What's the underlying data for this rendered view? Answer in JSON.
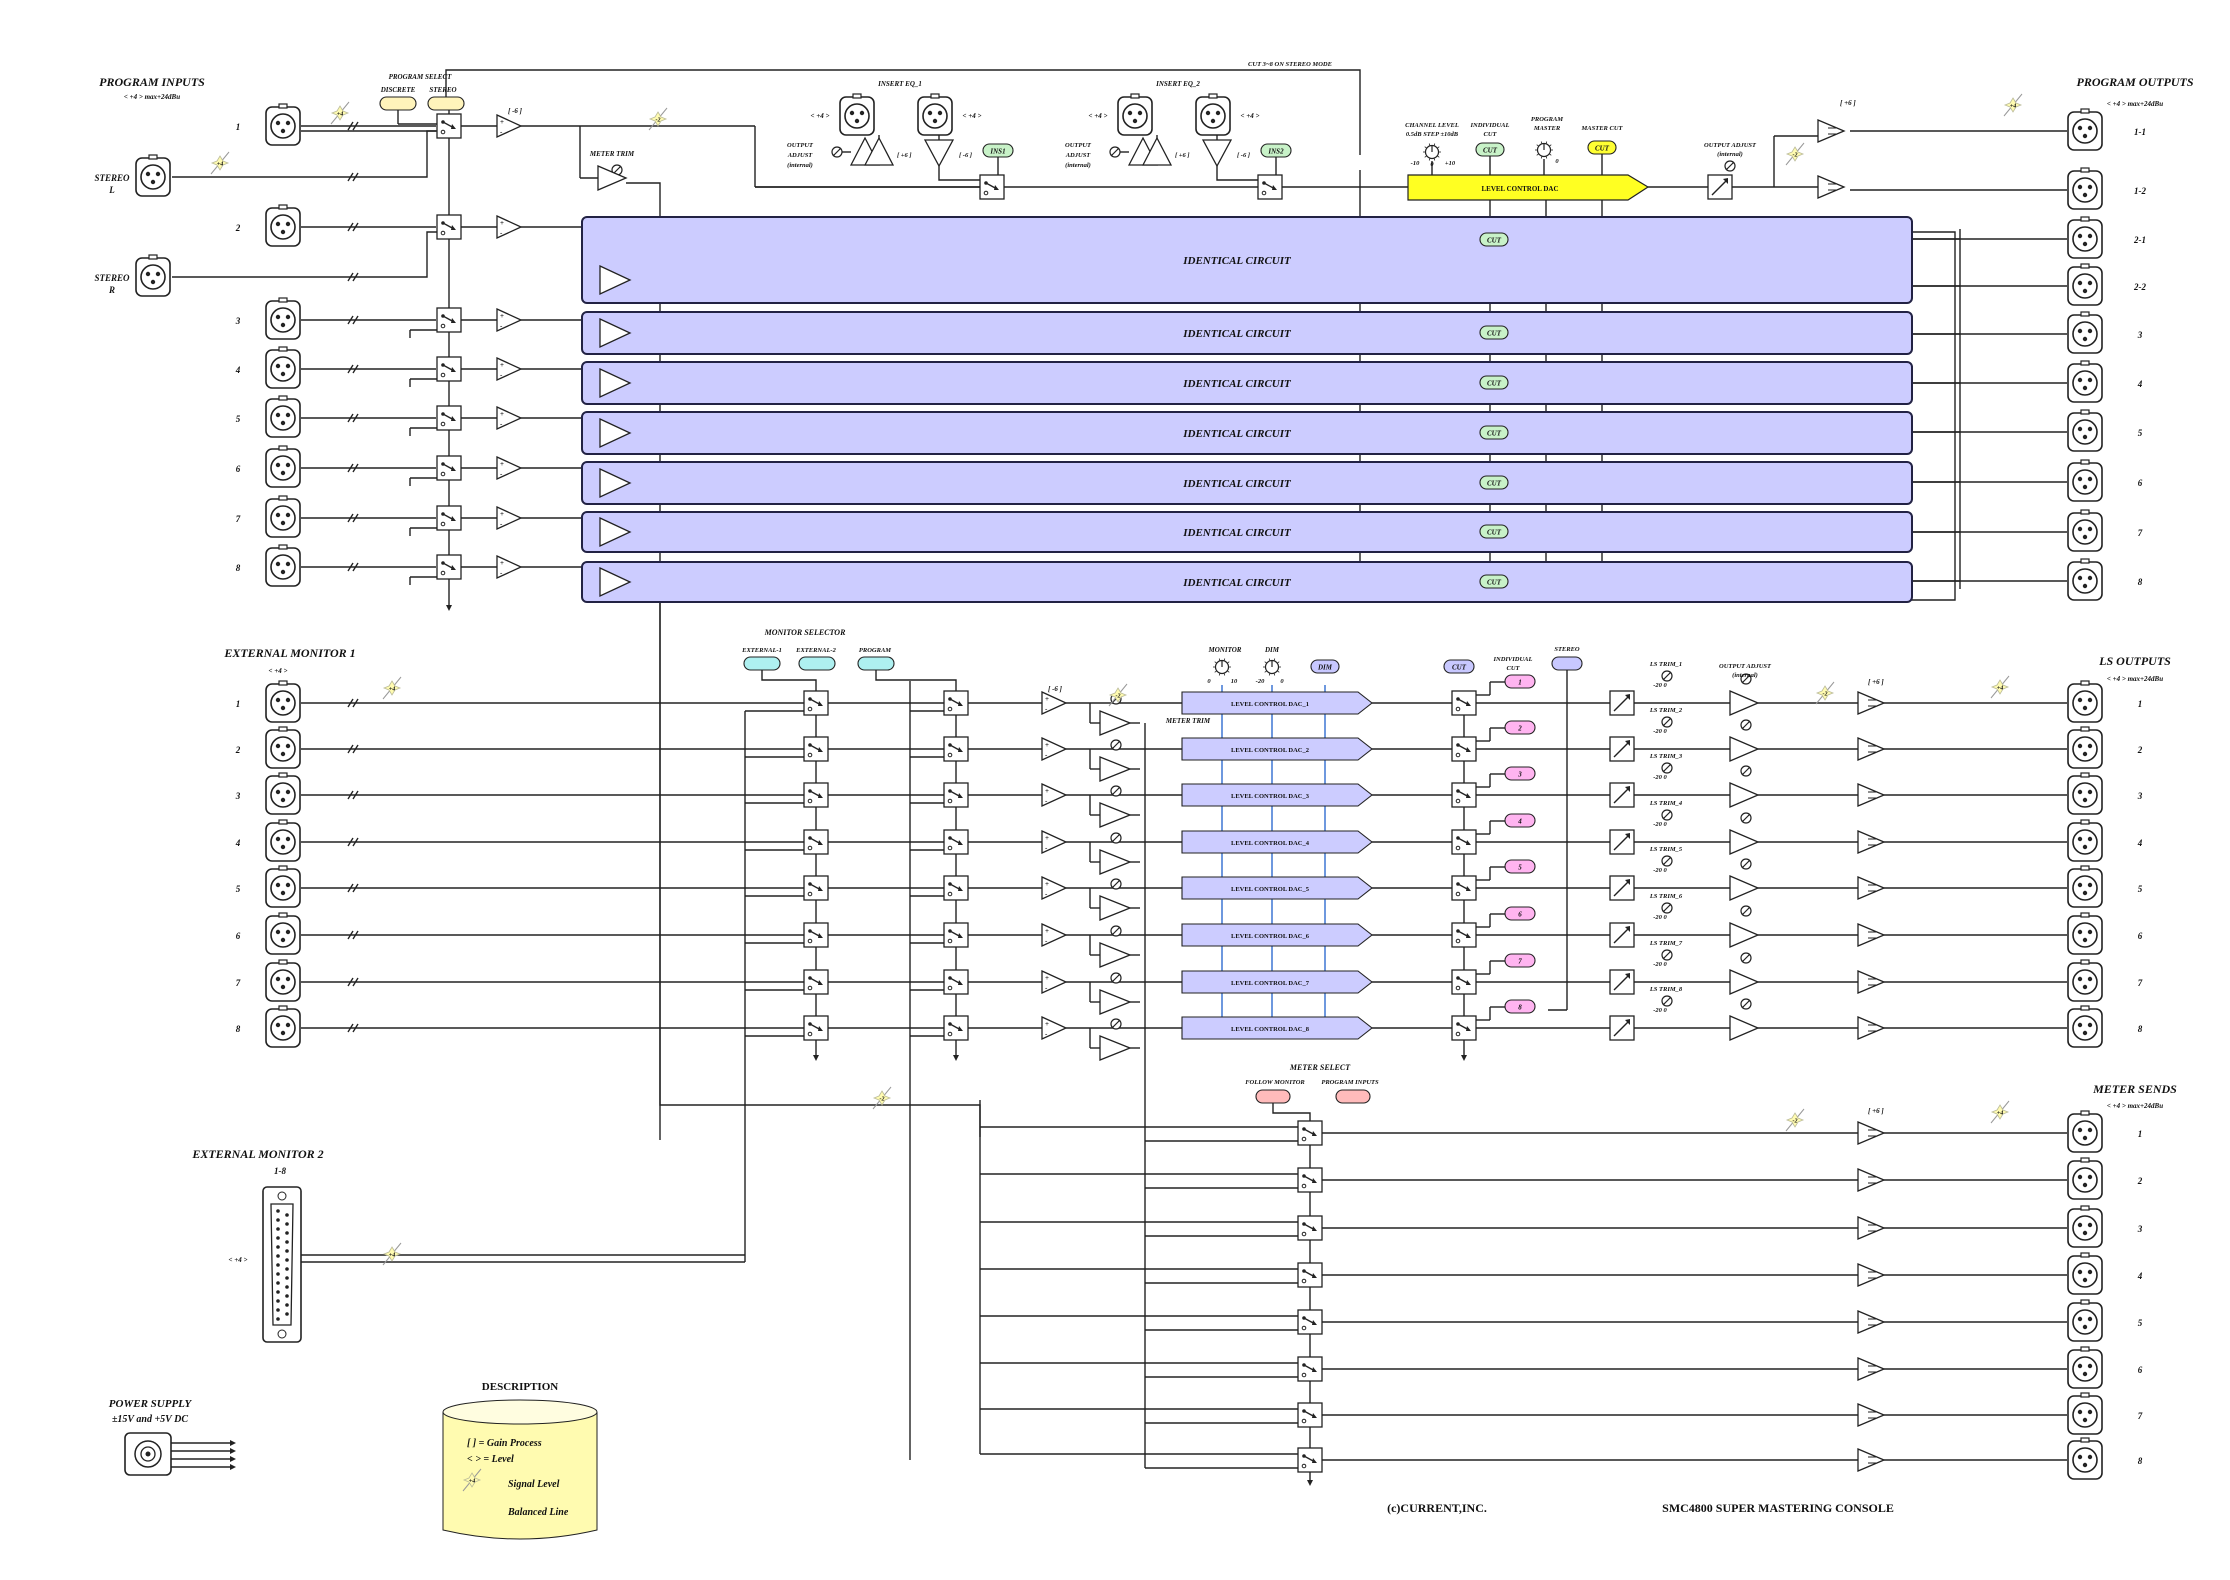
{
  "colors": {
    "identical": "#ccccff",
    "identical_stroke": "#222244",
    "dac_master": "#ffff22",
    "dac_monitor": "#ccccff",
    "cut": "#c8f2c8",
    "cut_mon": "#c8c8ff",
    "ls_num": "#ffb4f0",
    "meter_btn": "#ffbbbb",
    "ext_btn": "#aef0f0",
    "sel_btn": "#fff4bb",
    "level_badge": "#fffbb0"
  },
  "program_inputs": {
    "title": "PROGRAM INPUTS",
    "level": "< +4 > max+24dBu",
    "channels": [
      "1",
      "2",
      "3",
      "4",
      "5",
      "6",
      "7",
      "8"
    ],
    "stereo_l": [
      "STEREO",
      "L"
    ],
    "stereo_r": [
      "STEREO",
      "R"
    ]
  },
  "program_select": {
    "title": "PROGRAM SELECT",
    "discrete": "DISCRETE",
    "stereo": "STEREO"
  },
  "cut_note": "CUT 3~8 ON STEREO MODE",
  "meter_trim": "METER TRIM",
  "insert_eq": [
    "INSERT EQ_1",
    "INSERT EQ_2"
  ],
  "output_adjust_internal": [
    "OUTPUT",
    "ADJUST",
    "(internal)"
  ],
  "ins_buttons": [
    "INS1",
    "INS2"
  ],
  "channel_level": [
    "CHANNEL LEVEL",
    "0.5dB STEP  ±10dB"
  ],
  "knob_range": {
    "min": "-10",
    "max": "+10",
    "zero": "0",
    "pm_zero": "0"
  },
  "individual_cut": [
    "INDIVIDUAL",
    "CUT"
  ],
  "program_master": [
    "PROGRAM",
    "MASTER"
  ],
  "master_cut": "MASTER CUT",
  "cut": "CUT",
  "level_control_dac": "LEVEL CONTROL DAC",
  "output_adjust": [
    "OUTPUT ADJUST",
    "(internal)"
  ],
  "identical_circuit": "IDENTICAL CIRCUIT",
  "program_outputs": {
    "title": "PROGRAM OUTPUTS",
    "level": "< +4 > max+24dBu",
    "channels": [
      "1-1",
      "1-2",
      "2-1",
      "2-2",
      "3",
      "4",
      "5",
      "6",
      "7",
      "8"
    ]
  },
  "gain": {
    "minus6": "[ -6 ]",
    "plus6": "[ +6 ]"
  },
  "levels": {
    "plus4": "+4",
    "minus2": "-2",
    "bracket4": "< +4 >"
  },
  "ext_monitor1": {
    "title": "EXTERNAL MONITOR 1",
    "level": "< +4 >",
    "channels": [
      "1",
      "2",
      "3",
      "4",
      "5",
      "6",
      "7",
      "8"
    ]
  },
  "monitor_selector": {
    "title": "MONITOR SELECTOR",
    "buttons": [
      "EXTERNAL-1",
      "EXTERNAL-2",
      "PROGRAM"
    ]
  },
  "monitor_knob": {
    "label": "MONITOR",
    "min": "0",
    "max": "10"
  },
  "dim_knob": {
    "label": "DIM",
    "min": "-20",
    "max": "0"
  },
  "dim_button": "DIM",
  "stereo_btn": "STEREO",
  "ls_dacs": [
    "LEVEL CONTROL DAC_1",
    "LEVEL CONTROL DAC_2",
    "LEVEL CONTROL DAC_3",
    "LEVEL CONTROL DAC_4",
    "LEVEL CONTROL DAC_5",
    "LEVEL CONTROL DAC_6",
    "LEVEL CONTROL DAC_7",
    "LEVEL CONTROL DAC_8"
  ],
  "ls_cut_numbers": [
    "1",
    "2",
    "3",
    "4",
    "5",
    "6",
    "7",
    "8"
  ],
  "ls_trims": [
    "LS TRIM_1",
    "LS TRIM_2",
    "LS TRIM_3",
    "LS TRIM_4",
    "LS TRIM_5",
    "LS TRIM_6",
    "LS TRIM_7",
    "LS TRIM_8"
  ],
  "ls_trim_range": "-20  0",
  "ls_outputs": {
    "title": "LS OUTPUTS",
    "level": "< +4 > max+24dBu",
    "channels": [
      "1",
      "2",
      "3",
      "4",
      "5",
      "6",
      "7",
      "8"
    ]
  },
  "meter_select": {
    "title": "METER SELECT",
    "buttons": [
      "FOLLOW MONITOR",
      "PROGRAM INPUTS"
    ]
  },
  "meter_sends": {
    "title": "METER SENDS",
    "level": "< +4 > max+24dBu",
    "channels": [
      "1",
      "2",
      "3",
      "4",
      "5",
      "6",
      "7",
      "8"
    ]
  },
  "ext_monitor2": {
    "title": "EXTERNAL MONITOR 2",
    "sub": "1-8",
    "level": "< +4 >"
  },
  "power": {
    "title": "POWER SUPPLY",
    "sub": "±15V and +5V DC"
  },
  "description": {
    "title": "DESCRIPTION",
    "gain": "[   ] = Gain Process",
    "level": "<   > = Level",
    "signal": "Signal Level",
    "balanced": "Balanced Line"
  },
  "copyright": "(c)CURRENT,INC.",
  "product": "SMC4800 SUPER MASTERING CONSOLE"
}
